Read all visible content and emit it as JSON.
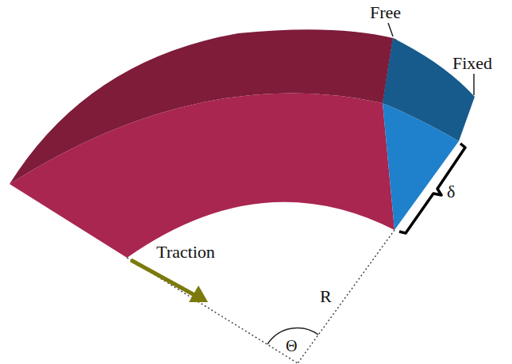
{
  "diagram": {
    "labels": [
      "Free",
      "Fixed",
      "δ",
      "Traction",
      "R",
      "Θ"
    ]
  }
}
